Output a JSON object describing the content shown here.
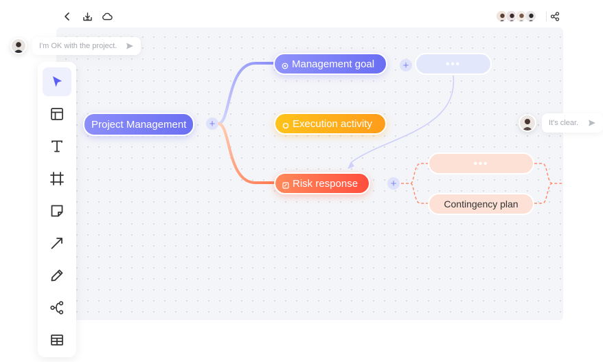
{
  "toolbar": {
    "tools": [
      {
        "name": "select",
        "icon": "cursor-arrow-icon"
      },
      {
        "name": "layout",
        "icon": "layout-icon"
      },
      {
        "name": "text",
        "icon": "text-icon"
      },
      {
        "name": "frame",
        "icon": "frame-icon"
      },
      {
        "name": "sticky-note",
        "icon": "sticky-note-icon"
      },
      {
        "name": "line",
        "icon": "arrow-line-icon"
      },
      {
        "name": "pen",
        "icon": "pen-icon"
      },
      {
        "name": "mind-map",
        "icon": "mind-map-icon"
      },
      {
        "name": "table",
        "icon": "table-icon"
      }
    ],
    "active_tool": "select"
  },
  "topbar": {
    "icons": [
      "back-icon",
      "download-icon",
      "cloud-icon"
    ],
    "avatar_count": 4,
    "share_icon": "share-icon"
  },
  "comments": {
    "left": {
      "text": "I'm OK with the project."
    },
    "right": {
      "text": "It's clear."
    }
  },
  "mindmap": {
    "root": "Project Management",
    "branches": {
      "goal": "Management goal",
      "execution": "Execution activity",
      "risk": "Risk response"
    },
    "placeholder": "•••",
    "contingency": "Contingency plan",
    "plus": "+"
  },
  "colors": {
    "accent": "#6b6ff2",
    "goal": "#7c80f6",
    "execution": "#ffb01a",
    "risk": "#ff5a45",
    "canvas": "#f4f5f8"
  }
}
